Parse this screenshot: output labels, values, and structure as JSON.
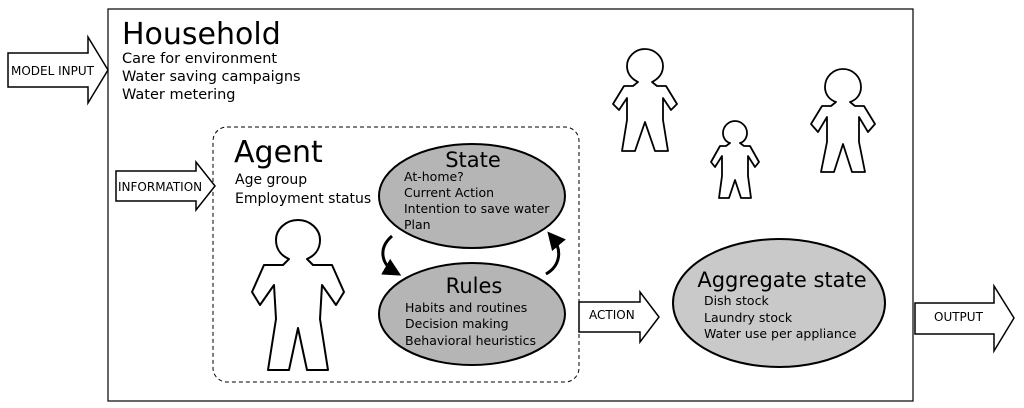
{
  "household": {
    "title": "Household",
    "lines": [
      "Care for environment",
      "Water saving campaigns",
      "Water metering"
    ]
  },
  "agent": {
    "title": "Agent",
    "lines": [
      "Age group",
      "Employment status"
    ]
  },
  "state": {
    "title": "State",
    "lines": [
      "At-home?",
      "Current Action",
      "Intention to save water",
      "Plan"
    ]
  },
  "rules": {
    "title": "Rules",
    "lines": [
      "Habits and routines",
      "Decision making",
      "Behavioral heuristics"
    ]
  },
  "aggregate": {
    "title": "Aggregate state",
    "lines": [
      "Dish stock",
      "Laundry stock",
      "Water use per appliance"
    ]
  },
  "arrows": {
    "model_input": "MODEL INPUT",
    "information": "INFORMATION",
    "action": "ACTION",
    "output": "OUTPUT"
  },
  "colors": {
    "ellipse_fill": "#b5b5b5",
    "aggregate_fill": "#c9c9c9",
    "stroke": "#000000"
  }
}
